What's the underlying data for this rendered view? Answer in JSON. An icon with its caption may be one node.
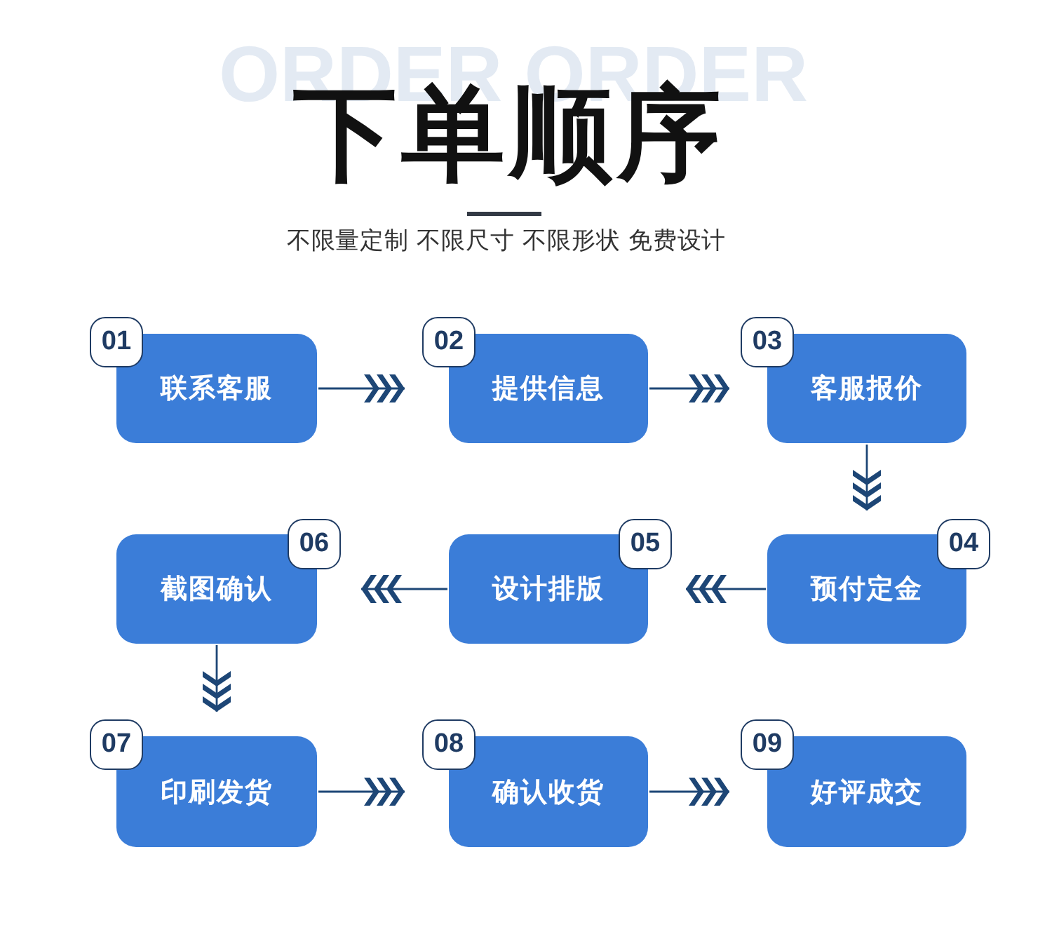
{
  "diagram": {
    "title": "下单顺序",
    "nodes": [
      {
        "text": [
          "01",
          "联系客服"
        ]
      },
      {
        "text": [
          "02",
          "提供信息"
        ]
      },
      {
        "text": [
          "03",
          "客服报价"
        ]
      },
      {
        "text": [
          "04",
          "预付定金"
        ]
      },
      {
        "text": [
          "05",
          "设计排版"
        ]
      },
      {
        "text": [
          "06",
          "截图确认"
        ]
      },
      {
        "text": [
          "07",
          "印刷发货"
        ]
      },
      {
        "text": [
          "08",
          "确认收货"
        ]
      },
      {
        "text": [
          "09",
          "好评成交"
        ]
      }
    ],
    "edges": [
      {
        "from": 0,
        "to": 1,
        "arrow": "to"
      },
      {
        "from": 1,
        "to": 2,
        "arrow": "to"
      },
      {
        "from": 2,
        "to": 3,
        "arrow": "to"
      },
      {
        "from": 3,
        "to": 4,
        "arrow": "to"
      },
      {
        "from": 4,
        "to": 5,
        "arrow": "to"
      },
      {
        "from": 5,
        "to": 6,
        "arrow": "to"
      },
      {
        "from": 6,
        "to": 7,
        "arrow": "to"
      },
      {
        "from": 7,
        "to": 8,
        "arrow": "to"
      }
    ],
    "labels": [
      "ORDER ORDER",
      "不限量定制 不限尺寸 不限形状 免费设计"
    ]
  }
}
